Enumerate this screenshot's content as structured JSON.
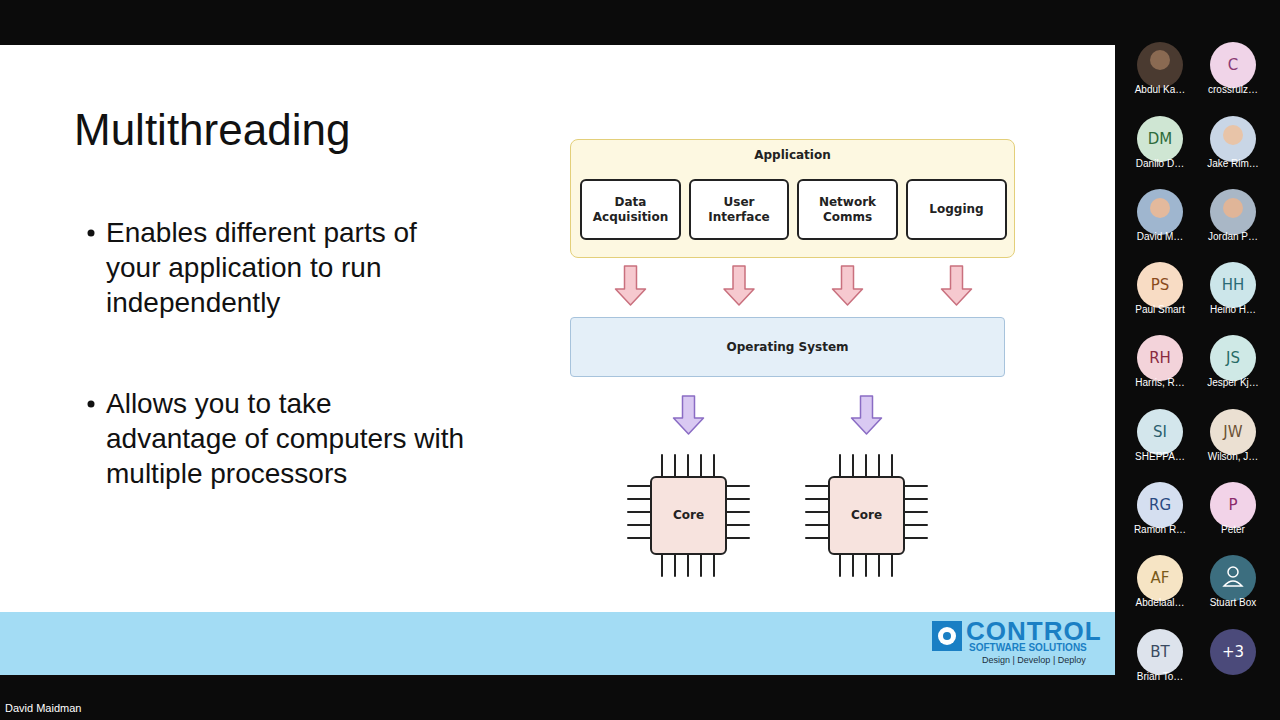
{
  "diagram": {
    "title": "Multithreading",
    "nodes": [
      {
        "text": [
          "Application"
        ]
      },
      {
        "text": [
          "Data Acquisition"
        ],
        "in": 0
      },
      {
        "text": [
          "User Interface"
        ],
        "in": 0
      },
      {
        "text": [
          "Network Comms"
        ],
        "in": 0
      },
      {
        "text": [
          "Logging"
        ],
        "in": 0
      },
      {
        "text": [
          "Operating System"
        ]
      },
      {
        "text": [
          "Core"
        ]
      },
      {
        "text": [
          "Core"
        ]
      }
    ],
    "edges": [
      {
        "from": 1,
        "to": 5,
        "arrow": "to"
      },
      {
        "from": 2,
        "to": 5,
        "arrow": "to"
      },
      {
        "from": 3,
        "to": 5,
        "arrow": "to"
      },
      {
        "from": 4,
        "to": 5,
        "arrow": "to"
      },
      {
        "from": 5,
        "to": 6,
        "arrow": "to"
      },
      {
        "from": 5,
        "to": 7,
        "arrow": "to"
      }
    ],
    "labels": [
      "Enables different parts of your application to run independently",
      "Allows you to take advantage of computers with multiple processors",
      "CONTROL",
      "SOFTWARE SOLUTIONS",
      "Design | Develop | Deploy",
      "Abdul Ka…",
      "C",
      "crossrulz…",
      "DM",
      "Danilo D…",
      "Jake Rim…",
      "David M…",
      "Jordan P…",
      "PS",
      "Paul Smart",
      "HH",
      "Heino H…",
      "RH",
      "Harris, R…",
      "JS",
      "Jesper Kj…",
      "SI",
      "SHEPPA…",
      "JW",
      "Wilson, J…",
      "RG",
      "Ramon R…",
      "P",
      "Peter",
      "AF",
      "Abdelaal…",
      "Stuart Box",
      "BT",
      "Brian To…",
      "+3",
      "David Maidman"
    ]
  }
}
